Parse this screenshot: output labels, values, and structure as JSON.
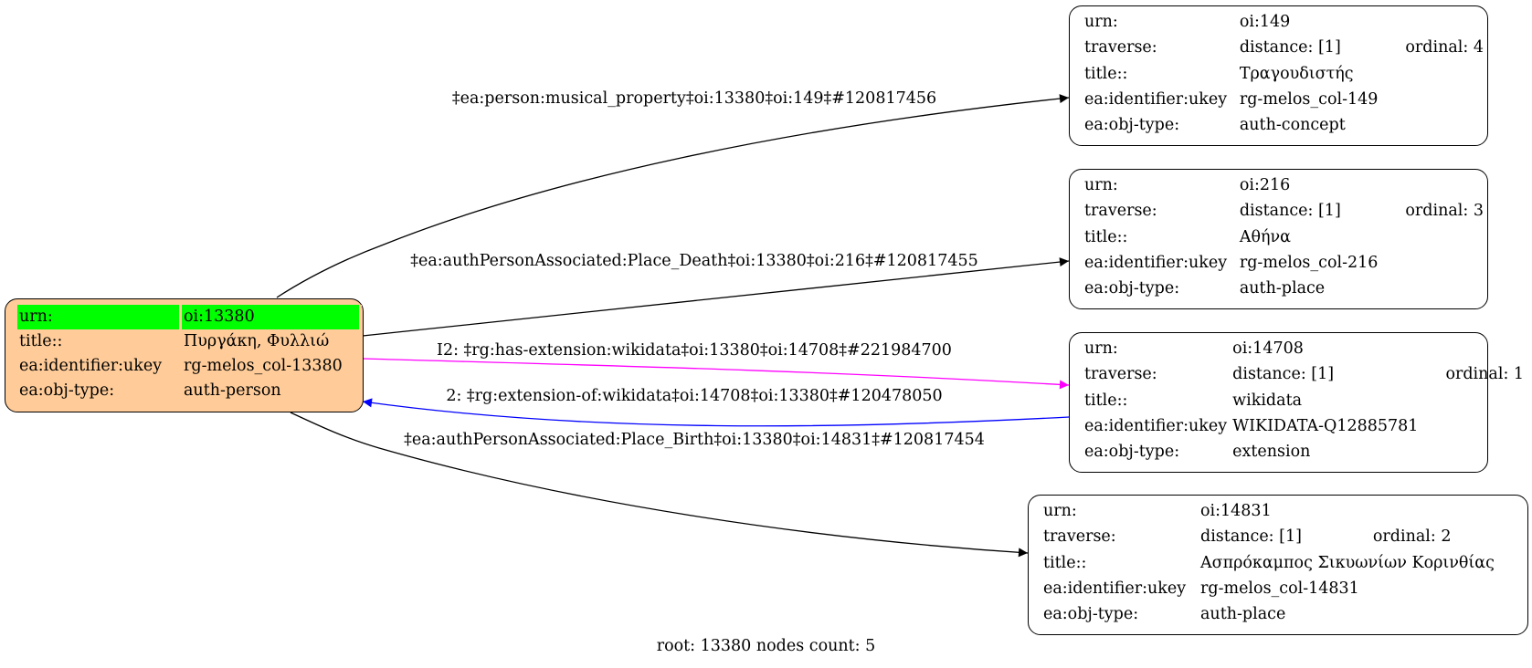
{
  "root_node": {
    "rows": [
      {
        "key": "urn:",
        "value": "oi:13380"
      },
      {
        "key": "title::",
        "value": "Πυργάκη, Φυλλιώ"
      },
      {
        "key": "ea:identifier:ukey",
        "value": "rg-melos_col-13380"
      },
      {
        "key": "ea:obj-type:",
        "value": "auth-person"
      }
    ]
  },
  "nodes": [
    {
      "urn": "oi:149",
      "distance": "distance: [1]",
      "ordinal": "ordinal: 4",
      "title": "Τραγουδιστής",
      "ukey": "rg-melos_col-149",
      "obj_type": "auth-concept"
    },
    {
      "urn": "oi:216",
      "distance": "distance: [1]",
      "ordinal": "ordinal: 3",
      "title": "Αθήνα",
      "ukey": "rg-melos_col-216",
      "obj_type": "auth-place"
    },
    {
      "urn": "oi:14708",
      "distance": "distance: [1]",
      "ordinal": "ordinal: 1",
      "title": "wikidata",
      "ukey": "WIKIDATA-Q12885781",
      "obj_type": "extension"
    },
    {
      "urn": "oi:14831",
      "distance": "distance: [1]",
      "ordinal": "ordinal: 2",
      "title": "Ασπρόκαμπος Σικυωνίων Κορινθίας",
      "ukey": "rg-melos_col-14831",
      "obj_type": "auth-place"
    }
  ],
  "field_labels": {
    "urn": "urn:",
    "traverse": "traverse:",
    "title": "title::",
    "ukey": "ea:identifier:ukey",
    "obj_type": "ea:obj-type:"
  },
  "edges": [
    {
      "label": "‡ea:person:musical_property‡oi:13380‡oi:149‡#120817456",
      "color": "#000000"
    },
    {
      "label": "‡ea:authPersonAssociated:Place_Death‡oi:13380‡oi:216‡#120817455",
      "color": "#000000"
    },
    {
      "label": "I2: ‡rg:has-extension:wikidata‡oi:13380‡oi:14708‡#221984700",
      "color": "#ff00ff"
    },
    {
      "label": "2: ‡rg:extension-of:wikidata‡oi:14708‡oi:13380‡#120478050",
      "color": "#0000ff"
    },
    {
      "label": "‡ea:authPersonAssociated:Place_Birth‡oi:13380‡oi:14831‡#120817454",
      "color": "#000000"
    }
  ],
  "colors": {
    "root_fill": "#ffcc99",
    "urn_highlight": "#00ff00",
    "edge_default": "#000000",
    "edge_extension": "#ff00ff",
    "edge_reverse": "#0000ff"
  },
  "footer": "root: 13380 nodes count: 5"
}
